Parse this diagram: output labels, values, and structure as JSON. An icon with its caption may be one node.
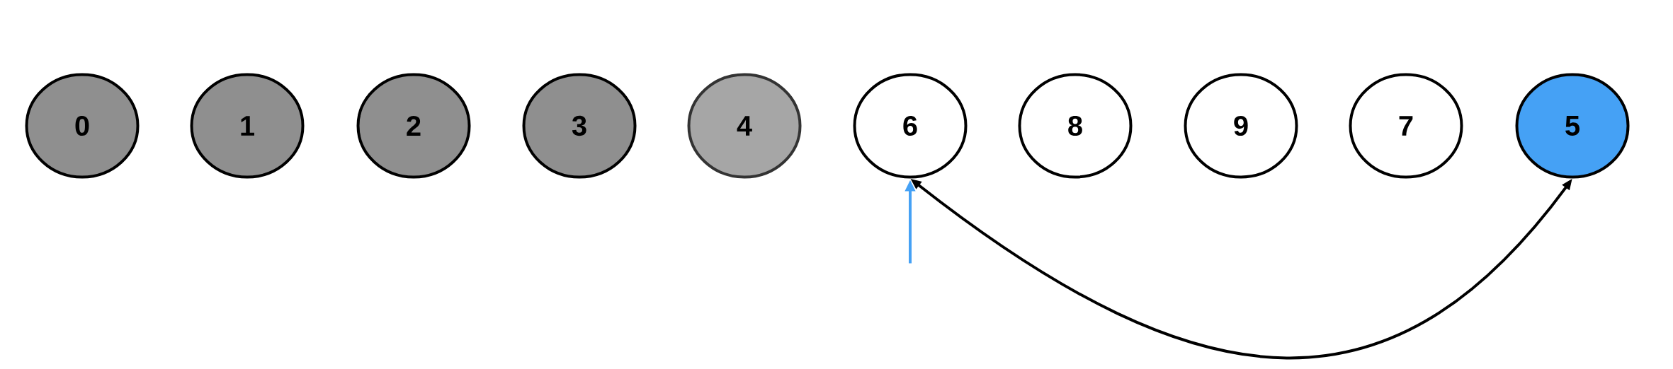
{
  "diagram": {
    "nodes": [
      {
        "text": [
          "0"
        ]
      },
      {
        "text": [
          "1"
        ]
      },
      {
        "text": [
          "2"
        ]
      },
      {
        "text": [
          "3"
        ]
      },
      {
        "text": [
          "4"
        ]
      },
      {
        "text": [
          "6"
        ]
      },
      {
        "text": [
          "8"
        ]
      },
      {
        "text": [
          "9"
        ]
      },
      {
        "text": [
          "7"
        ]
      },
      {
        "text": [
          "5"
        ]
      }
    ],
    "edges": [
      {
        "from": null,
        "to": 5,
        "arrow": "to",
        "color": "#45a1f5"
      },
      {
        "from": 9,
        "to": 5,
        "arrow": "both",
        "color": "#000000"
      }
    ]
  }
}
